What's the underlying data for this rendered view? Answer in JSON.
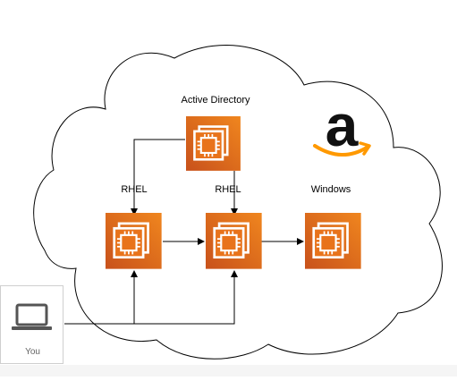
{
  "labels": {
    "active_directory": "Active Directory",
    "rhel_1": "RHEL",
    "rhel_2": "RHEL",
    "windows": "Windows",
    "you": "You"
  },
  "icons": {
    "cloud": "cloud-shape",
    "amazon": "amazon-logo-icon",
    "ec2": "ec2-instance-icon",
    "laptop": "laptop-icon"
  },
  "colors": {
    "ec2_orange": "#E8731B",
    "ec2_dark": "#D45B07",
    "amazon_orange": "#FF9900",
    "line": "#000000"
  }
}
